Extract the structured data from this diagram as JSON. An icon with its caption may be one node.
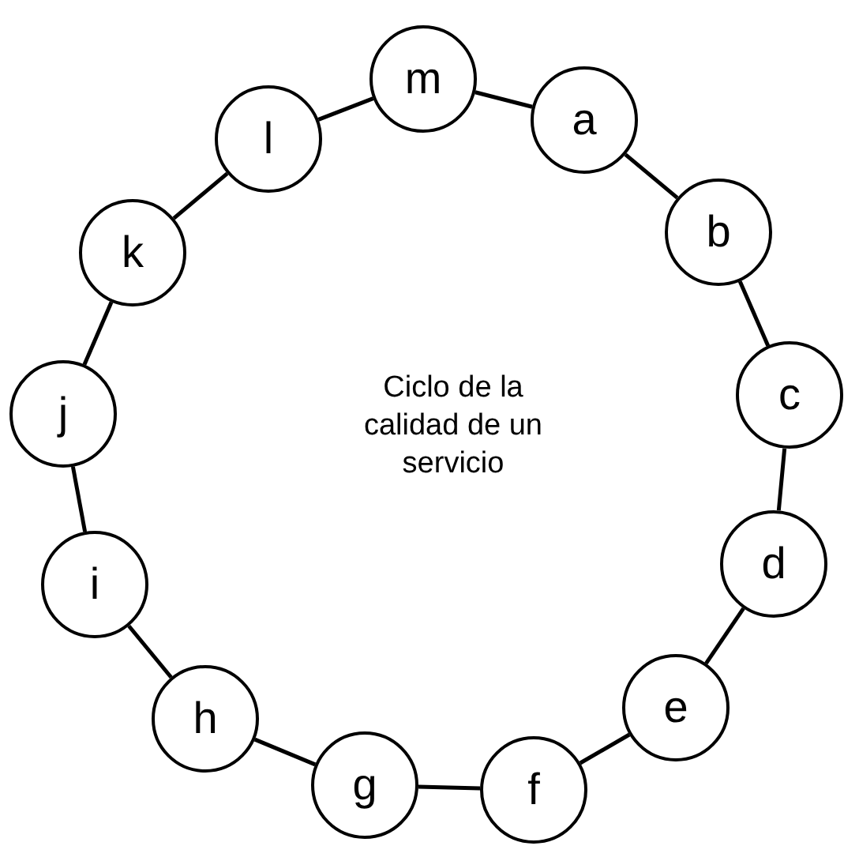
{
  "diagram": {
    "nodes": [
      {
        "text": [
          "a"
        ]
      },
      {
        "text": [
          "b"
        ]
      },
      {
        "text": [
          "c"
        ]
      },
      {
        "text": [
          "d"
        ]
      },
      {
        "text": [
          "e"
        ]
      },
      {
        "text": [
          "f"
        ]
      },
      {
        "text": [
          "g"
        ]
      },
      {
        "text": [
          "h"
        ]
      },
      {
        "text": [
          "i"
        ]
      },
      {
        "text": [
          "j"
        ]
      },
      {
        "text": [
          "k"
        ]
      },
      {
        "text": [
          "l"
        ]
      },
      {
        "text": [
          "m"
        ]
      }
    ],
    "edges": [
      {
        "from": 0,
        "to": 1,
        "arrow": "none"
      },
      {
        "from": 1,
        "to": 2,
        "arrow": "none"
      },
      {
        "from": 2,
        "to": 3,
        "arrow": "none"
      },
      {
        "from": 3,
        "to": 4,
        "arrow": "none"
      },
      {
        "from": 4,
        "to": 5,
        "arrow": "none"
      },
      {
        "from": 5,
        "to": 6,
        "arrow": "none"
      },
      {
        "from": 6,
        "to": 7,
        "arrow": "none"
      },
      {
        "from": 7,
        "to": 8,
        "arrow": "none"
      },
      {
        "from": 8,
        "to": 9,
        "arrow": "none"
      },
      {
        "from": 9,
        "to": 10,
        "arrow": "none"
      },
      {
        "from": 10,
        "to": 11,
        "arrow": "none"
      },
      {
        "from": 11,
        "to": 12,
        "arrow": "none"
      },
      {
        "from": 12,
        "to": 0,
        "arrow": "none"
      }
    ],
    "labels": [
      "Ciclo de la calidad de un servicio"
    ]
  }
}
